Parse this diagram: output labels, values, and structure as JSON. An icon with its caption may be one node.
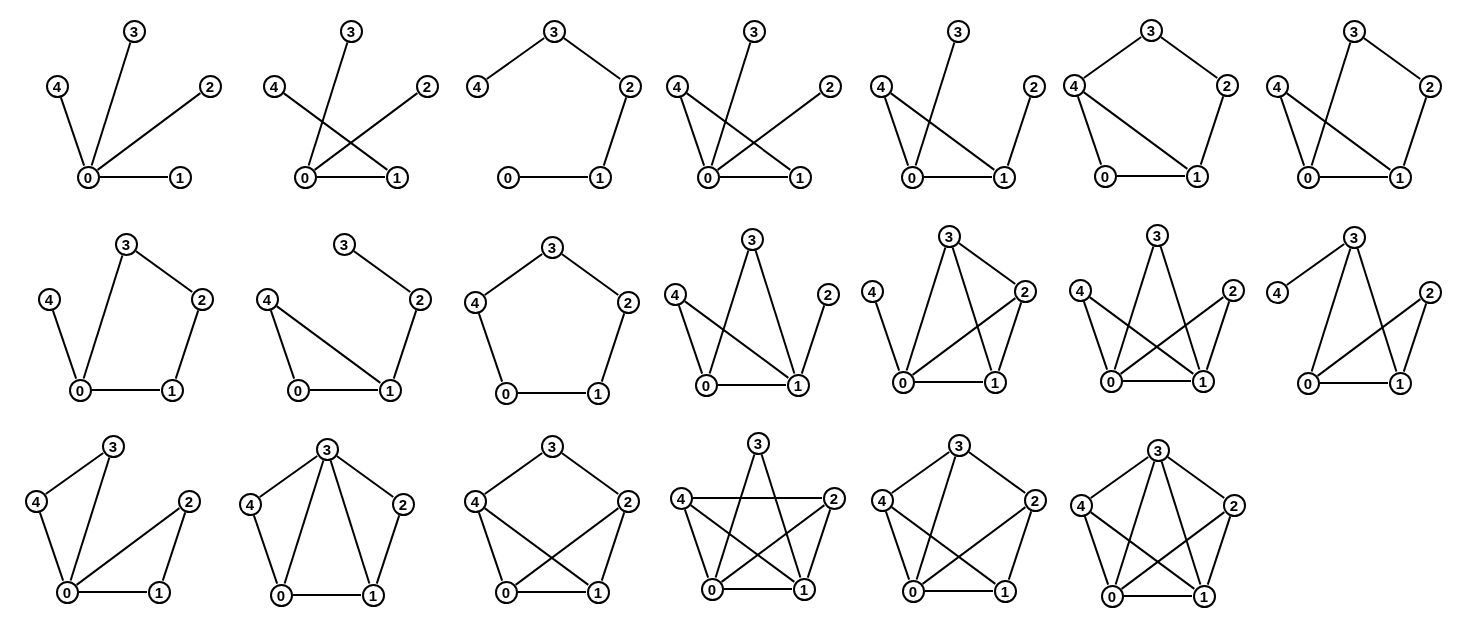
{
  "diagram": {
    "nodes": [
      {
        "text": [
          "0"
        ]
      },
      {
        "text": [
          "1"
        ]
      },
      {
        "text": [
          "2"
        ]
      },
      {
        "text": [
          "3"
        ]
      },
      {
        "text": [
          "4"
        ]
      },
      {
        "text": [
          "0"
        ]
      },
      {
        "text": [
          "1"
        ]
      },
      {
        "text": [
          "2"
        ]
      },
      {
        "text": [
          "3"
        ]
      },
      {
        "text": [
          "4"
        ]
      },
      {
        "text": [
          "0"
        ]
      },
      {
        "text": [
          "1"
        ]
      },
      {
        "text": [
          "2"
        ]
      },
      {
        "text": [
          "3"
        ]
      },
      {
        "text": [
          "4"
        ]
      },
      {
        "text": [
          "0"
        ]
      },
      {
        "text": [
          "1"
        ]
      },
      {
        "text": [
          "2"
        ]
      },
      {
        "text": [
          "3"
        ]
      },
      {
        "text": [
          "4"
        ]
      },
      {
        "text": [
          "0"
        ]
      },
      {
        "text": [
          "1"
        ]
      },
      {
        "text": [
          "2"
        ]
      },
      {
        "text": [
          "3"
        ]
      },
      {
        "text": [
          "4"
        ]
      },
      {
        "text": [
          "0"
        ]
      },
      {
        "text": [
          "1"
        ]
      },
      {
        "text": [
          "2"
        ]
      },
      {
        "text": [
          "3"
        ]
      },
      {
        "text": [
          "4"
        ]
      },
      {
        "text": [
          "0"
        ]
      },
      {
        "text": [
          "1"
        ]
      },
      {
        "text": [
          "2"
        ]
      },
      {
        "text": [
          "3"
        ]
      },
      {
        "text": [
          "4"
        ]
      },
      {
        "text": [
          "0"
        ]
      },
      {
        "text": [
          "1"
        ]
      },
      {
        "text": [
          "2"
        ]
      },
      {
        "text": [
          "3"
        ]
      },
      {
        "text": [
          "4"
        ]
      },
      {
        "text": [
          "0"
        ]
      },
      {
        "text": [
          "1"
        ]
      },
      {
        "text": [
          "2"
        ]
      },
      {
        "text": [
          "3"
        ]
      },
      {
        "text": [
          "4"
        ]
      },
      {
        "text": [
          "0"
        ]
      },
      {
        "text": [
          "1"
        ]
      },
      {
        "text": [
          "2"
        ]
      },
      {
        "text": [
          "3"
        ]
      },
      {
        "text": [
          "4"
        ]
      },
      {
        "text": [
          "0"
        ]
      },
      {
        "text": [
          "1"
        ]
      },
      {
        "text": [
          "2"
        ]
      },
      {
        "text": [
          "3"
        ]
      },
      {
        "text": [
          "4"
        ]
      },
      {
        "text": [
          "0"
        ]
      },
      {
        "text": [
          "1"
        ]
      },
      {
        "text": [
          "2"
        ]
      },
      {
        "text": [
          "3"
        ]
      },
      {
        "text": [
          "4"
        ]
      },
      {
        "text": [
          "0"
        ]
      },
      {
        "text": [
          "1"
        ]
      },
      {
        "text": [
          "2"
        ]
      },
      {
        "text": [
          "3"
        ]
      },
      {
        "text": [
          "4"
        ]
      },
      {
        "text": [
          "0"
        ]
      },
      {
        "text": [
          "1"
        ]
      },
      {
        "text": [
          "2"
        ]
      },
      {
        "text": [
          "3"
        ]
      },
      {
        "text": [
          "4"
        ]
      },
      {
        "text": [
          "0"
        ]
      },
      {
        "text": [
          "1"
        ]
      },
      {
        "text": [
          "2"
        ]
      },
      {
        "text": [
          "3"
        ]
      },
      {
        "text": [
          "4"
        ]
      },
      {
        "text": [
          "0"
        ]
      },
      {
        "text": [
          "1"
        ]
      },
      {
        "text": [
          "2"
        ]
      },
      {
        "text": [
          "3"
        ]
      },
      {
        "text": [
          "4"
        ]
      },
      {
        "text": [
          "0"
        ]
      },
      {
        "text": [
          "1"
        ]
      },
      {
        "text": [
          "2"
        ]
      },
      {
        "text": [
          "3"
        ]
      },
      {
        "text": [
          "4"
        ]
      },
      {
        "text": [
          "0"
        ]
      },
      {
        "text": [
          "1"
        ]
      },
      {
        "text": [
          "2"
        ]
      },
      {
        "text": [
          "3"
        ]
      },
      {
        "text": [
          "4"
        ]
      },
      {
        "text": [
          "0"
        ]
      },
      {
        "text": [
          "1"
        ]
      },
      {
        "text": [
          "2"
        ]
      },
      {
        "text": [
          "3"
        ]
      },
      {
        "text": [
          "4"
        ]
      },
      {
        "text": [
          "0"
        ]
      },
      {
        "text": [
          "1"
        ]
      },
      {
        "text": [
          "2"
        ]
      },
      {
        "text": [
          "3"
        ]
      },
      {
        "text": [
          "4"
        ]
      }
    ],
    "edges": [
      {
        "from": 0,
        "to": 4,
        "arrow": "none"
      },
      {
        "from": 0,
        "to": 3,
        "arrow": "none"
      },
      {
        "from": 0,
        "to": 2,
        "arrow": "none"
      },
      {
        "from": 0,
        "to": 1,
        "arrow": "none"
      },
      {
        "from": 5,
        "to": 8,
        "arrow": "none"
      },
      {
        "from": 5,
        "to": 7,
        "arrow": "none"
      },
      {
        "from": 5,
        "to": 6,
        "arrow": "none"
      },
      {
        "from": 9,
        "to": 6,
        "arrow": "none"
      },
      {
        "from": 14,
        "to": 13,
        "arrow": "none"
      },
      {
        "from": 13,
        "to": 12,
        "arrow": "none"
      },
      {
        "from": 12,
        "to": 11,
        "arrow": "none"
      },
      {
        "from": 11,
        "to": 10,
        "arrow": "none"
      },
      {
        "from": 19,
        "to": 15,
        "arrow": "none"
      },
      {
        "from": 19,
        "to": 16,
        "arrow": "none"
      },
      {
        "from": 15,
        "to": 18,
        "arrow": "none"
      },
      {
        "from": 15,
        "to": 17,
        "arrow": "none"
      },
      {
        "from": 15,
        "to": 16,
        "arrow": "none"
      },
      {
        "from": 24,
        "to": 20,
        "arrow": "none"
      },
      {
        "from": 24,
        "to": 21,
        "arrow": "none"
      },
      {
        "from": 20,
        "to": 23,
        "arrow": "none"
      },
      {
        "from": 20,
        "to": 21,
        "arrow": "none"
      },
      {
        "from": 21,
        "to": 22,
        "arrow": "none"
      },
      {
        "from": 29,
        "to": 28,
        "arrow": "none"
      },
      {
        "from": 28,
        "to": 27,
        "arrow": "none"
      },
      {
        "from": 27,
        "to": 26,
        "arrow": "none"
      },
      {
        "from": 29,
        "to": 26,
        "arrow": "none"
      },
      {
        "from": 29,
        "to": 25,
        "arrow": "none"
      },
      {
        "from": 25,
        "to": 26,
        "arrow": "none"
      },
      {
        "from": 34,
        "to": 30,
        "arrow": "none"
      },
      {
        "from": 34,
        "to": 31,
        "arrow": "none"
      },
      {
        "from": 30,
        "to": 33,
        "arrow": "none"
      },
      {
        "from": 33,
        "to": 32,
        "arrow": "none"
      },
      {
        "from": 32,
        "to": 31,
        "arrow": "none"
      },
      {
        "from": 30,
        "to": 31,
        "arrow": "none"
      },
      {
        "from": 39,
        "to": 35,
        "arrow": "none"
      },
      {
        "from": 35,
        "to": 38,
        "arrow": "none"
      },
      {
        "from": 38,
        "to": 37,
        "arrow": "none"
      },
      {
        "from": 37,
        "to": 36,
        "arrow": "none"
      },
      {
        "from": 35,
        "to": 36,
        "arrow": "none"
      },
      {
        "from": 43,
        "to": 42,
        "arrow": "none"
      },
      {
        "from": 42,
        "to": 41,
        "arrow": "none"
      },
      {
        "from": 44,
        "to": 41,
        "arrow": "none"
      },
      {
        "from": 44,
        "to": 40,
        "arrow": "none"
      },
      {
        "from": 40,
        "to": 41,
        "arrow": "none"
      },
      {
        "from": 49,
        "to": 48,
        "arrow": "none"
      },
      {
        "from": 48,
        "to": 47,
        "arrow": "none"
      },
      {
        "from": 47,
        "to": 46,
        "arrow": "none"
      },
      {
        "from": 46,
        "to": 45,
        "arrow": "none"
      },
      {
        "from": 45,
        "to": 49,
        "arrow": "none"
      },
      {
        "from": 54,
        "to": 50,
        "arrow": "none"
      },
      {
        "from": 54,
        "to": 51,
        "arrow": "none"
      },
      {
        "from": 53,
        "to": 50,
        "arrow": "none"
      },
      {
        "from": 53,
        "to": 51,
        "arrow": "none"
      },
      {
        "from": 52,
        "to": 51,
        "arrow": "none"
      },
      {
        "from": 50,
        "to": 51,
        "arrow": "none"
      },
      {
        "from": 59,
        "to": 55,
        "arrow": "none"
      },
      {
        "from": 58,
        "to": 55,
        "arrow": "none"
      },
      {
        "from": 58,
        "to": 56,
        "arrow": "none"
      },
      {
        "from": 58,
        "to": 57,
        "arrow": "none"
      },
      {
        "from": 57,
        "to": 55,
        "arrow": "none"
      },
      {
        "from": 57,
        "to": 56,
        "arrow": "none"
      },
      {
        "from": 55,
        "to": 56,
        "arrow": "none"
      },
      {
        "from": 64,
        "to": 60,
        "arrow": "none"
      },
      {
        "from": 64,
        "to": 61,
        "arrow": "none"
      },
      {
        "from": 63,
        "to": 60,
        "arrow": "none"
      },
      {
        "from": 63,
        "to": 61,
        "arrow": "none"
      },
      {
        "from": 62,
        "to": 60,
        "arrow": "none"
      },
      {
        "from": 62,
        "to": 61,
        "arrow": "none"
      },
      {
        "from": 60,
        "to": 61,
        "arrow": "none"
      },
      {
        "from": 69,
        "to": 68,
        "arrow": "none"
      },
      {
        "from": 68,
        "to": 65,
        "arrow": "none"
      },
      {
        "from": 68,
        "to": 66,
        "arrow": "none"
      },
      {
        "from": 67,
        "to": 65,
        "arrow": "none"
      },
      {
        "from": 67,
        "to": 66,
        "arrow": "none"
      },
      {
        "from": 65,
        "to": 66,
        "arrow": "none"
      },
      {
        "from": 74,
        "to": 73,
        "arrow": "none"
      },
      {
        "from": 74,
        "to": 70,
        "arrow": "none"
      },
      {
        "from": 73,
        "to": 70,
        "arrow": "none"
      },
      {
        "from": 72,
        "to": 70,
        "arrow": "none"
      },
      {
        "from": 72,
        "to": 71,
        "arrow": "none"
      },
      {
        "from": 70,
        "to": 71,
        "arrow": "none"
      },
      {
        "from": 79,
        "to": 78,
        "arrow": "none"
      },
      {
        "from": 79,
        "to": 75,
        "arrow": "none"
      },
      {
        "from": 78,
        "to": 75,
        "arrow": "none"
      },
      {
        "from": 78,
        "to": 76,
        "arrow": "none"
      },
      {
        "from": 78,
        "to": 77,
        "arrow": "none"
      },
      {
        "from": 77,
        "to": 76,
        "arrow": "none"
      },
      {
        "from": 75,
        "to": 76,
        "arrow": "none"
      },
      {
        "from": 84,
        "to": 83,
        "arrow": "none"
      },
      {
        "from": 83,
        "to": 82,
        "arrow": "none"
      },
      {
        "from": 84,
        "to": 80,
        "arrow": "none"
      },
      {
        "from": 84,
        "to": 81,
        "arrow": "none"
      },
      {
        "from": 82,
        "to": 80,
        "arrow": "none"
      },
      {
        "from": 82,
        "to": 81,
        "arrow": "none"
      },
      {
        "from": 80,
        "to": 81,
        "arrow": "none"
      },
      {
        "from": 89,
        "to": 87,
        "arrow": "none"
      },
      {
        "from": 89,
        "to": 85,
        "arrow": "none"
      },
      {
        "from": 89,
        "to": 86,
        "arrow": "none"
      },
      {
        "from": 88,
        "to": 85,
        "arrow": "none"
      },
      {
        "from": 88,
        "to": 86,
        "arrow": "none"
      },
      {
        "from": 87,
        "to": 85,
        "arrow": "none"
      },
      {
        "from": 87,
        "to": 86,
        "arrow": "none"
      },
      {
        "from": 85,
        "to": 86,
        "arrow": "none"
      },
      {
        "from": 94,
        "to": 93,
        "arrow": "none"
      },
      {
        "from": 93,
        "to": 92,
        "arrow": "none"
      },
      {
        "from": 94,
        "to": 90,
        "arrow": "none"
      },
      {
        "from": 94,
        "to": 91,
        "arrow": "none"
      },
      {
        "from": 93,
        "to": 90,
        "arrow": "none"
      },
      {
        "from": 92,
        "to": 90,
        "arrow": "none"
      },
      {
        "from": 92,
        "to": 91,
        "arrow": "none"
      },
      {
        "from": 90,
        "to": 91,
        "arrow": "none"
      },
      {
        "from": 99,
        "to": 98,
        "arrow": "none"
      },
      {
        "from": 98,
        "to": 97,
        "arrow": "none"
      },
      {
        "from": 99,
        "to": 95,
        "arrow": "none"
      },
      {
        "from": 99,
        "to": 96,
        "arrow": "none"
      },
      {
        "from": 98,
        "to": 95,
        "arrow": "none"
      },
      {
        "from": 98,
        "to": 96,
        "arrow": "none"
      },
      {
        "from": 97,
        "to": 95,
        "arrow": "none"
      },
      {
        "from": 97,
        "to": 96,
        "arrow": "none"
      },
      {
        "from": 95,
        "to": 96,
        "arrow": "none"
      }
    ]
  }
}
